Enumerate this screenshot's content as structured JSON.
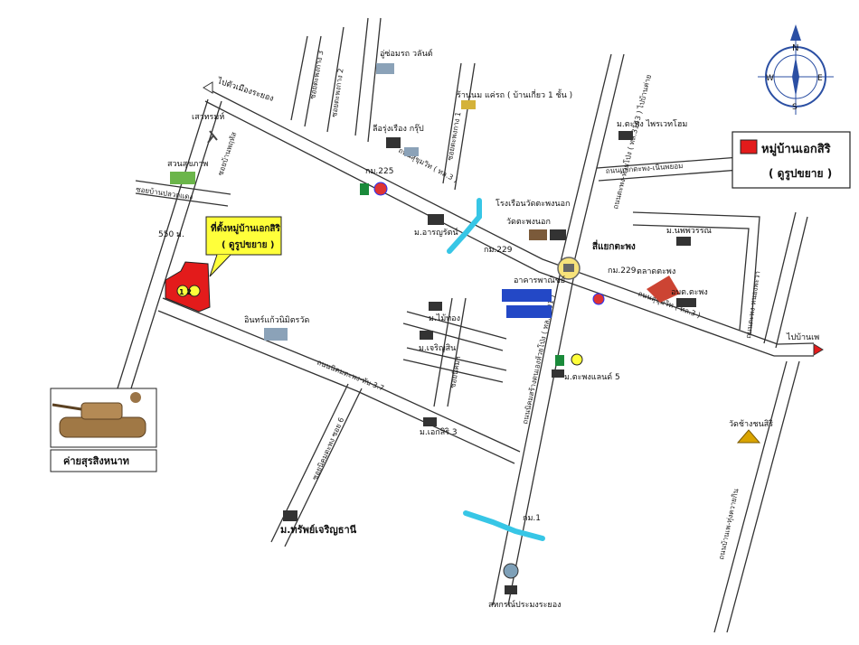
{
  "legend": {
    "title": "หมู่บ้านเอกสิริ",
    "subtitle": "( ดูรูปขยาย )",
    "swatch_color": "#e31b1b"
  },
  "compass": {
    "n": "N",
    "s": "S",
    "e": "E",
    "w": "W"
  },
  "callout": {
    "line1": "ที่ตั้งหมู่บ้านเอกสิริ",
    "line2": "( ดูรูปขยาย )",
    "markers": "1 2"
  },
  "distance": "550 ม.",
  "camp": {
    "label": "ค่ายสุรสิงหนาท"
  },
  "directions": {
    "to_rayong": "ไปตัวเมืองระยอง",
    "to_ban_phe": "ไปบ้านเพ"
  },
  "roads": {
    "sukhumvit_1": "ถนนสุขุมวิท ( ทล.3 )",
    "sukhumvit_2": "ถนนสุขุมวิท ( ทล.3 )",
    "soi_pharuehat": "ซอยบ้านพฤหัส",
    "soi_pak_nam": "ซอยบ้านปลวกแดง",
    "soi_1": "ซอยตะพงกาง 1",
    "soi_2": "ซอยตะพงกาง 2",
    "soi_3": "ซอยตะพงกาง 3",
    "nikom_road": "ถนนนิคมตะพง-ทับ 3.7",
    "soi_nikom_6": "ซอยนิคมตะพง ซอย 6",
    "soi_tak": "ซอยนิคมฯ",
    "kwai_road": "ถนนนิคมสร้างตนเองห้วยโป่ง ( ทล.1001 )",
    "tapong_rd": "ถนนตะพง-ห้วยโป่ง ( ทล.3143 ) ไปบ้านค่าย",
    "ban_phe_rd": "ถนนแยกตะพง-เนินพยอม",
    "nong_rd": "ถนนตะพง-หนองพะวา",
    "right_vert": "ถนนบ้านเพ-ทุ่งควายกิน"
  },
  "places": {
    "sao_rom": "เสาทรมห์",
    "suan_suk": "สวนสุขภาพ",
    "garage": "อู่ซ่อมรถ วลันต์",
    "cafe": "ร้านนม แค่รถ ( บ้านเกี่ยว 1 ชั้น )",
    "school_r": "ม.ตะพง ไพรเวทโฮม",
    "lee": "ลีอรุ่งเรือง กรุ๊ป",
    "km225": "กม.225",
    "km229a": "กม.229",
    "km229b": "กม.229",
    "km1": "กม.1",
    "bridge": "โรงเรือนวัดตะพงนอก",
    "wat_tapong": "วัดตะพงนอก",
    "m_araya": "ม.อารญรัตน์",
    "junction": "สี่แยกตะพง",
    "m_noppaworn": "ม.นพพวรรณ",
    "market": "ตลาดตะพง",
    "police": "อบต.ตะพง",
    "factory": "อินทร์แก้วนิมิตรวัด",
    "building": "อาคารพาณิชย์",
    "m_maithong": "ม.ไม้ทอง",
    "m_charoen": "ม.เจริญสิน",
    "m_tapong5": "ม.ตะพงแลนด์ 5",
    "m_eksiri3": "ม.เอกสิริ 3",
    "m_sap": "ม.ทรัพย์เจริญธานี",
    "wat_chanthanasiri": "วัดช้างชนสิริ",
    "kor_sor_mor": "สหกรณ์ประมงระยอง"
  }
}
